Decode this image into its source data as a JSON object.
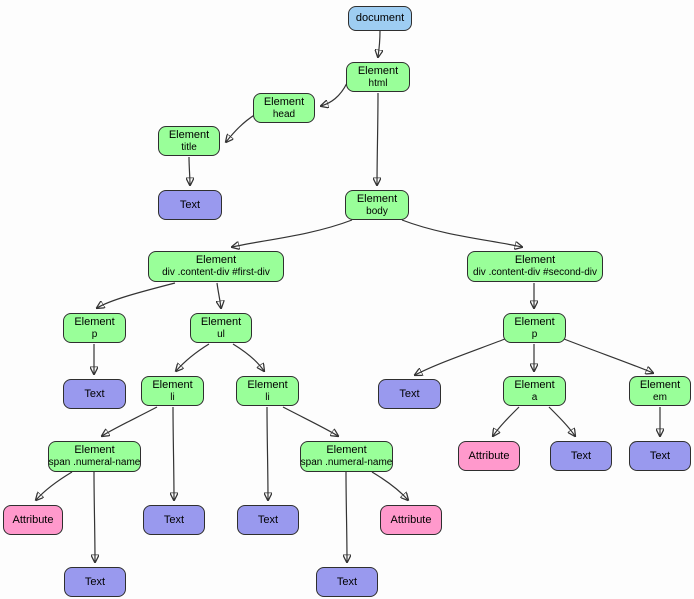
{
  "diagram": {
    "type": "dom-tree",
    "colors": {
      "document_fill": "#9ecdf2",
      "element_fill": "#99ff99",
      "text_fill": "#9999ee",
      "attribute_fill": "#ff99cc",
      "edge": "#333333"
    },
    "nodes": {
      "document": {
        "kind": "document",
        "label": "document"
      },
      "html": {
        "kind": "element",
        "line1": "Element",
        "line2": "html"
      },
      "head": {
        "kind": "element",
        "line1": "Element",
        "line2": "head"
      },
      "title": {
        "kind": "element",
        "line1": "Element",
        "line2": "title"
      },
      "title_text": {
        "kind": "text",
        "label": "Text"
      },
      "body": {
        "kind": "element",
        "line1": "Element",
        "line2": "body"
      },
      "div_first": {
        "kind": "element",
        "line1": "Element",
        "line2": "div .content-div #first-div"
      },
      "div_second": {
        "kind": "element",
        "line1": "Element",
        "line2": "div .content-div #second-div"
      },
      "p1": {
        "kind": "element",
        "line1": "Element",
        "line2": "p"
      },
      "ul": {
        "kind": "element",
        "line1": "Element",
        "line2": "ul"
      },
      "p1_text": {
        "kind": "text",
        "label": "Text"
      },
      "li1": {
        "kind": "element",
        "line1": "Element",
        "line2": "li"
      },
      "li2": {
        "kind": "element",
        "line1": "Element",
        "line2": "li"
      },
      "span1": {
        "kind": "element",
        "line1": "Element",
        "line2": "span .numeral-name"
      },
      "span2": {
        "kind": "element",
        "line1": "Element",
        "line2": "span .numeral-name"
      },
      "span1_attr": {
        "kind": "attribute",
        "label": "Attribute"
      },
      "li1_text": {
        "kind": "text",
        "label": "Text"
      },
      "li2_text": {
        "kind": "text",
        "label": "Text"
      },
      "span2_attr": {
        "kind": "attribute",
        "label": "Attribute"
      },
      "span1_text": {
        "kind": "text",
        "label": "Text"
      },
      "span2_text": {
        "kind": "text",
        "label": "Text"
      },
      "p2": {
        "kind": "element",
        "line1": "Element",
        "line2": "p"
      },
      "p2_text": {
        "kind": "text",
        "label": "Text"
      },
      "a": {
        "kind": "element",
        "line1": "Element",
        "line2": "a"
      },
      "em": {
        "kind": "element",
        "line1": "Element",
        "line2": "em"
      },
      "a_attr": {
        "kind": "attribute",
        "label": "Attribute"
      },
      "a_text": {
        "kind": "text",
        "label": "Text"
      },
      "em_text": {
        "kind": "text",
        "label": "Text"
      }
    },
    "edges": [
      {
        "from": "document",
        "to": "html"
      },
      {
        "from": "html",
        "to": "head"
      },
      {
        "from": "head",
        "to": "title"
      },
      {
        "from": "title",
        "to": "title_text"
      },
      {
        "from": "html",
        "to": "body"
      },
      {
        "from": "body",
        "to": "div_first"
      },
      {
        "from": "body",
        "to": "div_second"
      },
      {
        "from": "div_first",
        "to": "p1"
      },
      {
        "from": "div_first",
        "to": "ul"
      },
      {
        "from": "p1",
        "to": "p1_text"
      },
      {
        "from": "ul",
        "to": "li1"
      },
      {
        "from": "ul",
        "to": "li2"
      },
      {
        "from": "li1",
        "to": "span1"
      },
      {
        "from": "li1",
        "to": "li1_text"
      },
      {
        "from": "li2",
        "to": "li2_text"
      },
      {
        "from": "li2",
        "to": "span2"
      },
      {
        "from": "span1",
        "to": "span1_attr"
      },
      {
        "from": "span1",
        "to": "span1_text"
      },
      {
        "from": "span2",
        "to": "span2_attr"
      },
      {
        "from": "span2",
        "to": "span2_text"
      },
      {
        "from": "div_second",
        "to": "p2"
      },
      {
        "from": "p2",
        "to": "p2_text"
      },
      {
        "from": "p2",
        "to": "a"
      },
      {
        "from": "p2",
        "to": "em"
      },
      {
        "from": "a",
        "to": "a_attr"
      },
      {
        "from": "a",
        "to": "a_text"
      },
      {
        "from": "em",
        "to": "em_text"
      }
    ]
  }
}
